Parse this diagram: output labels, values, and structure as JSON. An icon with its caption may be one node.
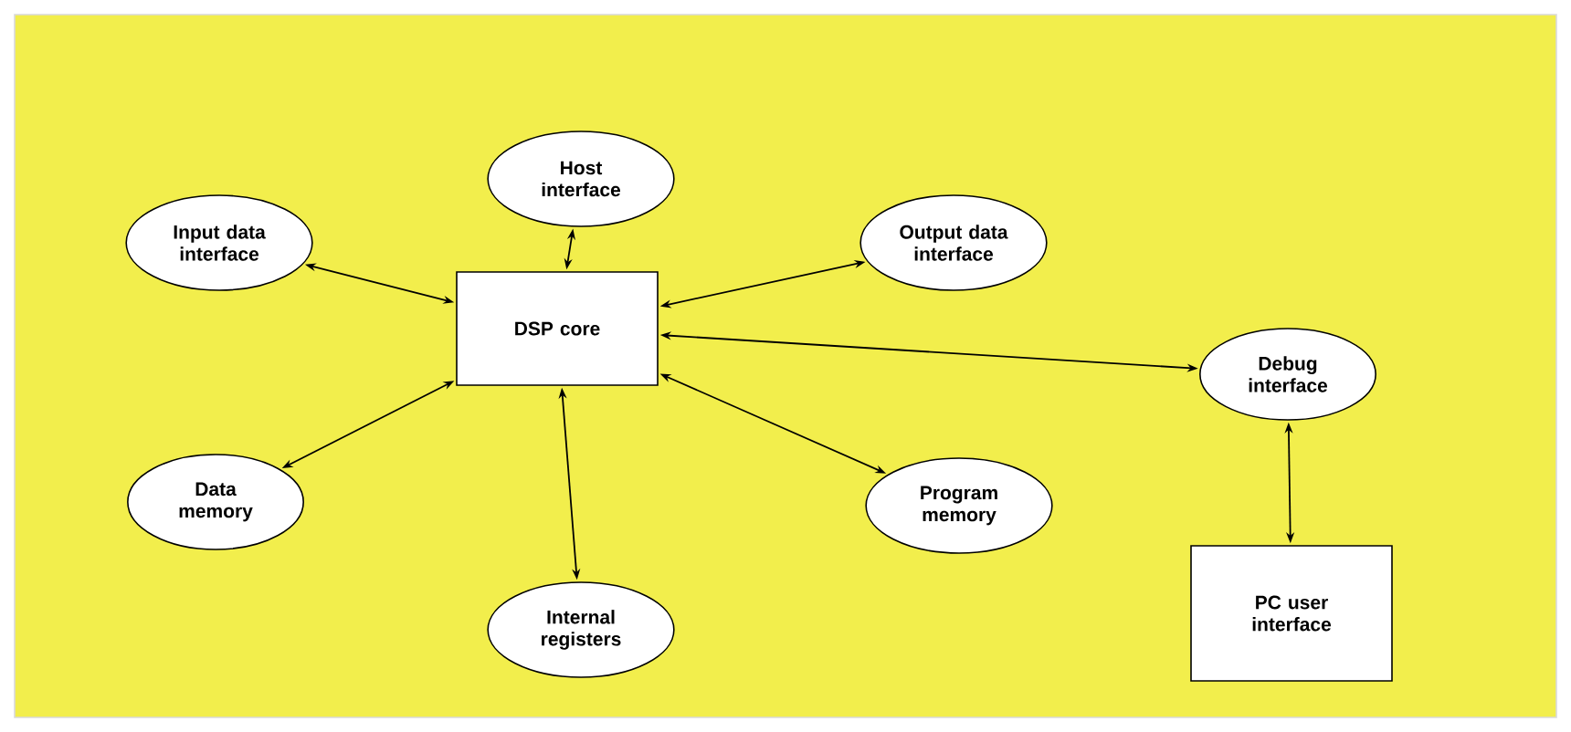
{
  "diagram": {
    "nodes": [
      {
        "text": [
          "Host interface"
        ]
      },
      {
        "text": [
          "Input data interface"
        ]
      },
      {
        "text": [
          "Output data interface"
        ]
      },
      {
        "text": [
          "DSP core"
        ]
      },
      {
        "text": [
          "Debug interface"
        ]
      },
      {
        "text": [
          "Data memory"
        ]
      },
      {
        "text": [
          "Program memory"
        ]
      },
      {
        "text": [
          "Internal registers"
        ]
      },
      {
        "text": [
          "PC user interface"
        ]
      }
    ],
    "edges": [
      {
        "from": 3,
        "to": 0,
        "arrow": "both"
      },
      {
        "from": 3,
        "to": 1,
        "arrow": "both"
      },
      {
        "from": 3,
        "to": 2,
        "arrow": "both"
      },
      {
        "from": 3,
        "to": 4,
        "arrow": "both"
      },
      {
        "from": 3,
        "to": 5,
        "arrow": "both"
      },
      {
        "from": 3,
        "to": 6,
        "arrow": "both"
      },
      {
        "from": 3,
        "to": 7,
        "arrow": "both"
      },
      {
        "from": 4,
        "to": 8,
        "arrow": "both"
      }
    ]
  }
}
